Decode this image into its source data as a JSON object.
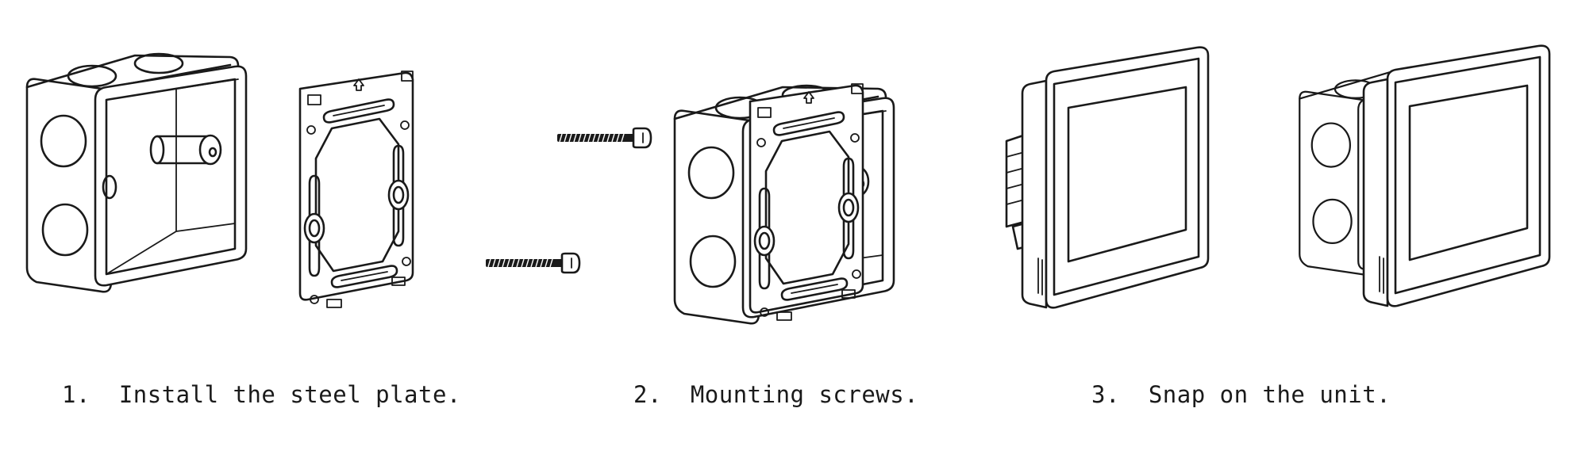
{
  "steps": [
    {
      "label": "1.  Install the steel plate."
    },
    {
      "label": "2.  Mounting screws."
    },
    {
      "label": "3.  Snap on the unit."
    }
  ]
}
